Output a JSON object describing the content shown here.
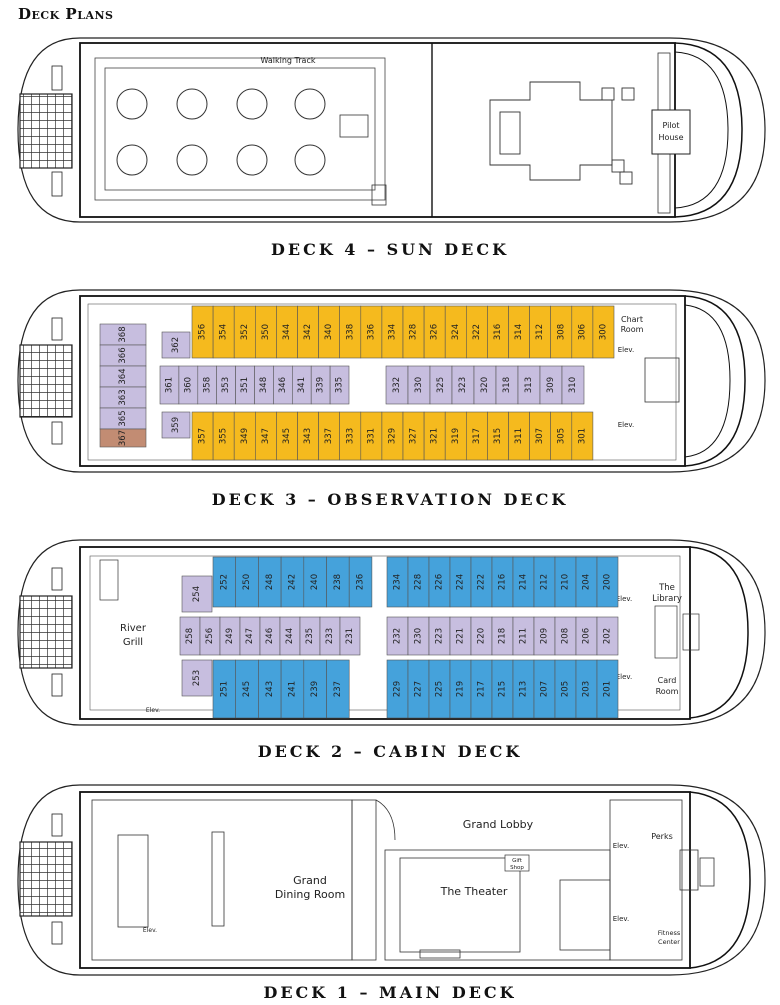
{
  "page_title": "Deck Plans",
  "colors": {
    "yellow_cabin": "#F5BA1E",
    "blue_cabin": "#45A2DB",
    "lavender_cabin": "#C7BEDF",
    "brown_cabin": "#C28C73"
  },
  "deck4": {
    "title": "DECK 4 – SUN DECK",
    "walking_track": "Walking Track",
    "pilot_house": [
      "Pilot",
      "House"
    ]
  },
  "deck3": {
    "title": "DECK 3 – OBSERVATION DECK",
    "chart_room": [
      "Chart",
      "Room"
    ],
    "elev": "Elev.",
    "yellow_top": [
      "356",
      "354",
      "352",
      "350",
      "344",
      "342",
      "340",
      "338",
      "336",
      "334",
      "328",
      "326",
      "324",
      "322",
      "316",
      "314",
      "312",
      "308",
      "306",
      "300"
    ],
    "yellow_bottom": [
      "357",
      "355",
      "349",
      "347",
      "345",
      "343",
      "337",
      "333",
      "331",
      "329",
      "327",
      "321",
      "319",
      "317",
      "315",
      "311",
      "307",
      "305",
      "301"
    ],
    "purple_mid_left": [
      "361",
      "360",
      "358",
      "353",
      "351",
      "348",
      "346",
      "341",
      "339",
      "335"
    ],
    "purple_mid_right": [
      "332",
      "330",
      "325",
      "323",
      "320",
      "318",
      "313",
      "309",
      "310"
    ],
    "purple_aft": [
      "368",
      "366",
      "364",
      "363",
      "365"
    ],
    "purple_other": [
      "362",
      "359"
    ],
    "brown": "367"
  },
  "deck2": {
    "title": "DECK 2 – CABIN DECK",
    "river_grill": [
      "River",
      "Grill"
    ],
    "the_library": [
      "The",
      "Library"
    ],
    "card_room": [
      "Card",
      "Room"
    ],
    "elev": "Elev.",
    "blue_top_left": [
      "252",
      "250",
      "248",
      "242",
      "240",
      "238",
      "236"
    ],
    "blue_top_right": [
      "234",
      "228",
      "226",
      "224",
      "222",
      "216",
      "214",
      "212",
      "210",
      "204",
      "200"
    ],
    "blue_bottom_left": [
      "251",
      "245",
      "243",
      "241",
      "239",
      "237"
    ],
    "blue_bottom_right": [
      "229",
      "227",
      "225",
      "219",
      "217",
      "215",
      "213",
      "207",
      "205",
      "203",
      "201"
    ],
    "purple_mid_left": [
      "258",
      "256",
      "249",
      "247",
      "246",
      "244",
      "235",
      "233",
      "231"
    ],
    "purple_mid_right": [
      "232",
      "230",
      "223",
      "221",
      "220",
      "218",
      "211",
      "209",
      "208",
      "206",
      "202"
    ],
    "purple_other": [
      "254",
      "253"
    ]
  },
  "deck1": {
    "title": "DECK 1 – MAIN DECK",
    "grand_lobby": "Grand Lobby",
    "grand_dining": [
      "Grand",
      "Dining Room"
    ],
    "the_theater": "The Theater",
    "perks": "Perks",
    "gift_shop": [
      "Gift",
      "Shop"
    ],
    "fitness_center": [
      "Fitness",
      "Center"
    ],
    "elev": "Elev."
  }
}
